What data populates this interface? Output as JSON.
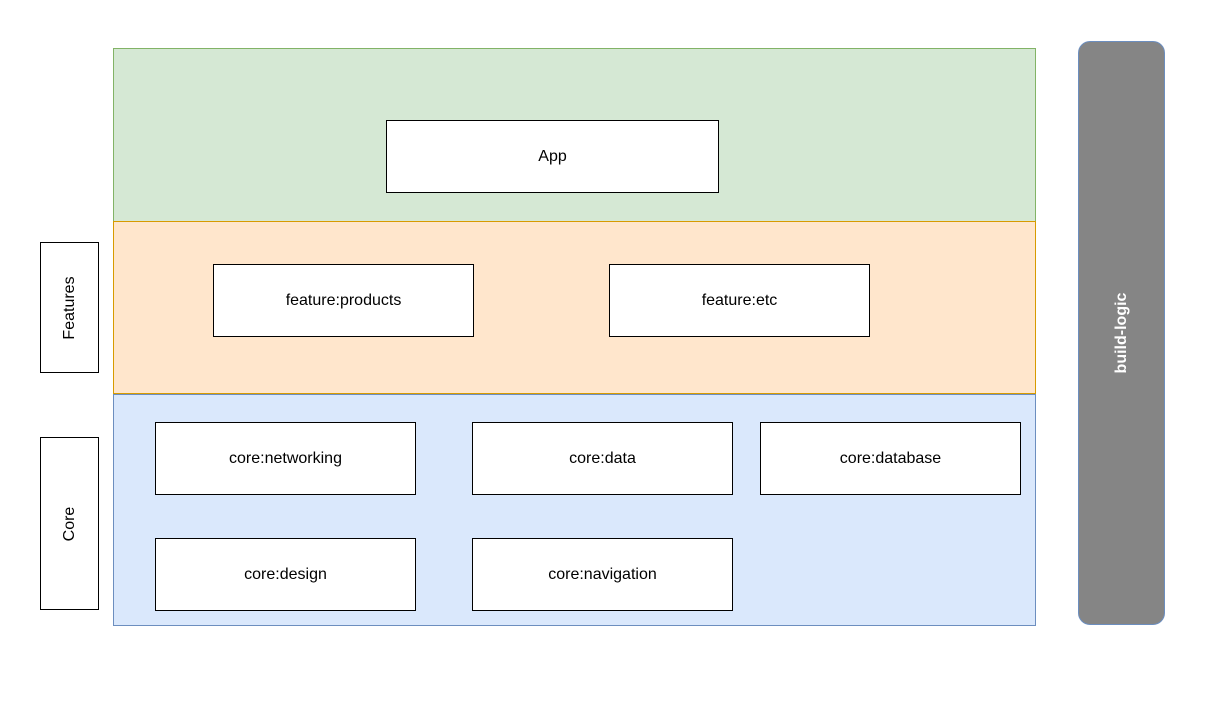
{
  "layers": {
    "app": {
      "fill": "#d5e8d4",
      "modules": [
        "App"
      ]
    },
    "features": {
      "label": "Features",
      "fill": "#ffe6cc",
      "modules": [
        "feature:products",
        "feature:etc"
      ]
    },
    "core": {
      "label": "Core",
      "fill": "#dae8fc",
      "modules": [
        "core:networking",
        "core:data",
        "core:database",
        "core:design",
        "core:navigation"
      ]
    }
  },
  "build_logic": {
    "label": "build-logic",
    "fill": "#858585"
  }
}
